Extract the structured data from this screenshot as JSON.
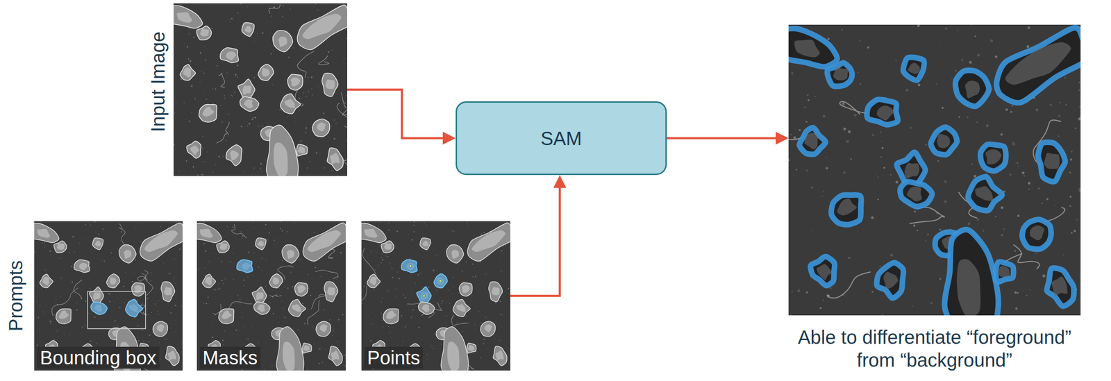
{
  "diagram": {
    "nodes": [
      {
        "text": [
          "Input Image"
        ]
      },
      {
        "text": [
          "Bounding box"
        ]
      },
      {
        "text": [
          "Masks"
        ]
      },
      {
        "text": [
          "Points"
        ]
      },
      {
        "text": [
          "SAM"
        ]
      },
      {
        "text": [
          "Able to differentiate “foreground” from “background”"
        ]
      }
    ],
    "edges": [
      {
        "from": 0,
        "to": 4,
        "arrow": "to"
      },
      {
        "from": 3,
        "to": 4,
        "arrow": "to"
      },
      {
        "from": 4,
        "to": 5,
        "arrow": "to"
      }
    ],
    "labels": [
      "Prompts"
    ]
  }
}
